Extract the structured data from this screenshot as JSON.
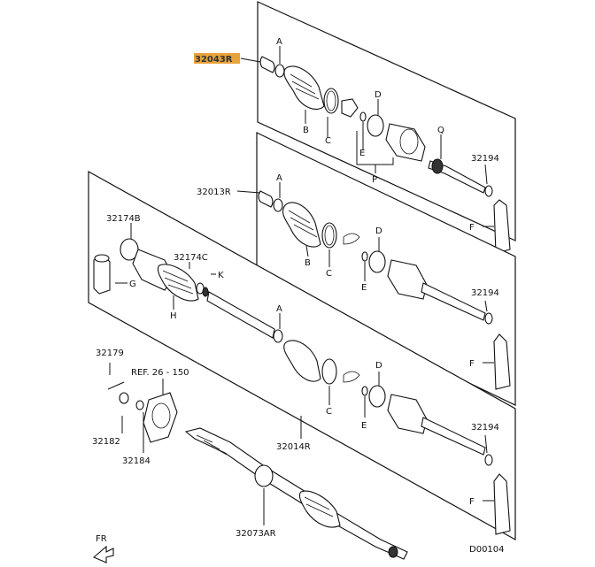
{
  "labels": {
    "part_32043R": "32043R",
    "part_32013R": "32013R",
    "part_32014R": "32014R",
    "part_32073AR": "32073AR",
    "part_32174B": "32174B",
    "part_32174C": "32174C",
    "part_32179": "32179",
    "part_32182": "32182",
    "part_32184": "32184",
    "part_32194_a": "32194",
    "part_32194_b": "32194",
    "part_32194_c": "32194",
    "ref": "REF. 26 - 150",
    "A1": "A",
    "B1": "B",
    "C1": "C",
    "D1": "D",
    "E1": "E",
    "P1": "P",
    "Q1": "Q",
    "F1": "F",
    "A2": "A",
    "B2": "B",
    "C2": "C",
    "D2": "D",
    "E2": "E",
    "F2": "F",
    "G": "G",
    "H": "H",
    "K": "K",
    "A3": "A",
    "C3": "C",
    "D3": "D",
    "E3": "E",
    "F3": "F",
    "fr": "FR",
    "code": "D00104"
  }
}
